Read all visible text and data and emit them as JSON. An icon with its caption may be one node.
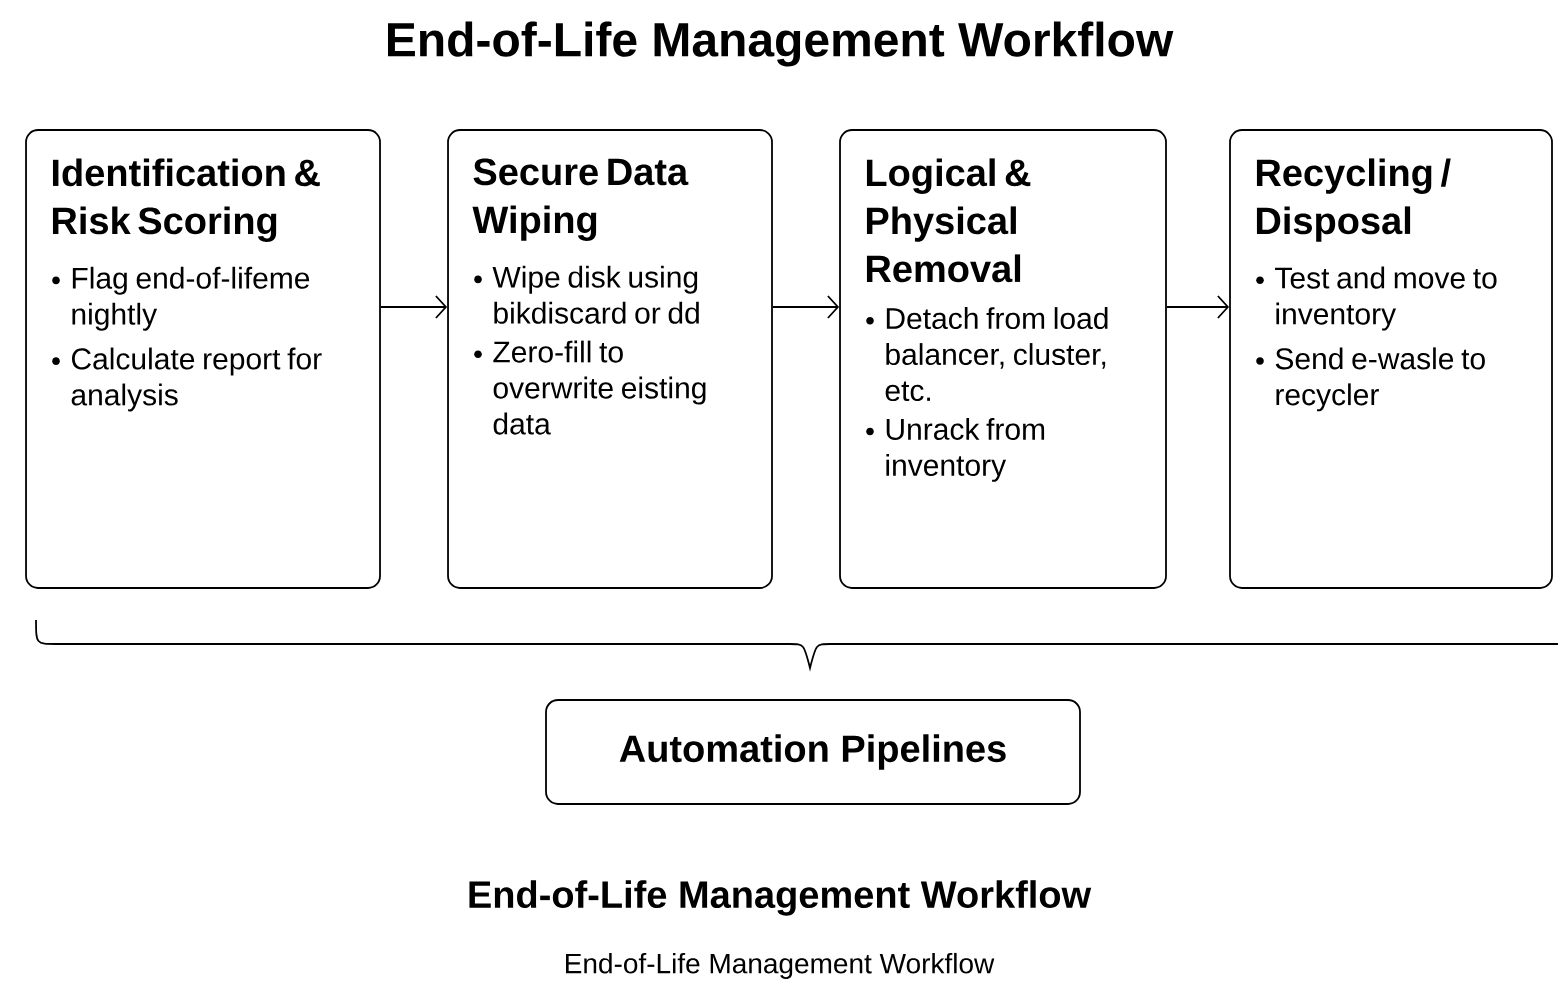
{
  "diagram": {
    "title": "End-of-Life Management Workflow",
    "nodes": [
      {
        "text": [
          "Identification & Risk Scoring",
          "Flag end-of-lifeme nightly",
          "Calculate report for analysis"
        ]
      },
      {
        "text": [
          "Secure Data Wiping",
          "Wipe disk using bikdiscard or dd",
          "Zero-fill to overwrite eisting data"
        ]
      },
      {
        "text": [
          "Logical & Physical Removal",
          "Detach from load balancer, cluster, etc.",
          "Unrack from inventory"
        ]
      },
      {
        "text": [
          "Recycling / Disposal",
          "Test and move to inventory",
          "Send e-wasle to recycler"
        ]
      },
      {
        "text": [
          "Automation Pipelines"
        ]
      }
    ],
    "edges": [
      {
        "from": 0,
        "to": 1,
        "arrow": "to"
      },
      {
        "from": 1,
        "to": 2,
        "arrow": "to"
      },
      {
        "from": 2,
        "to": 3,
        "arrow": "to"
      }
    ],
    "labels": [
      "End-of-Life Management Workflow",
      "End-of-Life Management Workflow"
    ]
  }
}
